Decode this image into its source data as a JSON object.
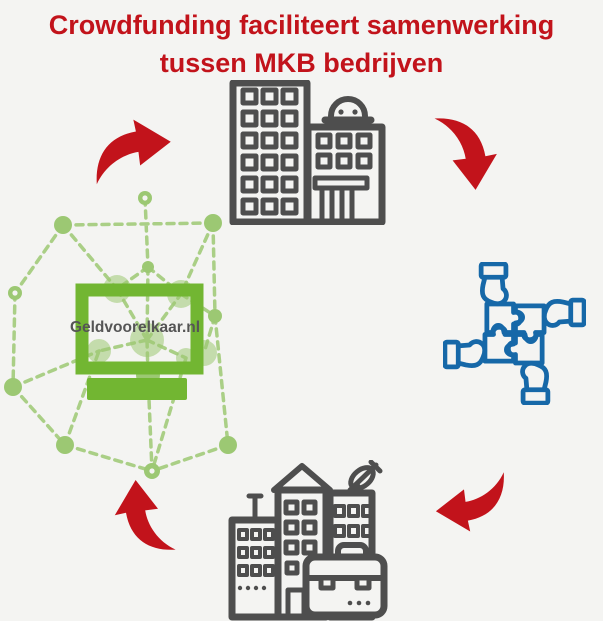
{
  "title": {
    "line1": "Crowdfunding faciliteert samenwerking",
    "line2": "tussen MKB bedrijven"
  },
  "brand": {
    "label": "Geldvoorelkaar.nl"
  },
  "colors": {
    "red": "#c2131b",
    "gray": "#4e4e4e",
    "blue": "#1668a8",
    "green": "#72b632",
    "green-light": "#9cc873",
    "label": "#555555",
    "bg": "#f4f4f2"
  },
  "icons": {
    "top": "office-buildings-icon",
    "right": "hands-holding-puzzle-pieces-icon",
    "bottom": "city-buildings-with-briefcase-icon",
    "left": "network-with-monitor-icon",
    "cycle_arrows": [
      "curved-arrow-right",
      "curved-arrow-down",
      "curved-arrow-left",
      "curved-arrow-up"
    ]
  }
}
